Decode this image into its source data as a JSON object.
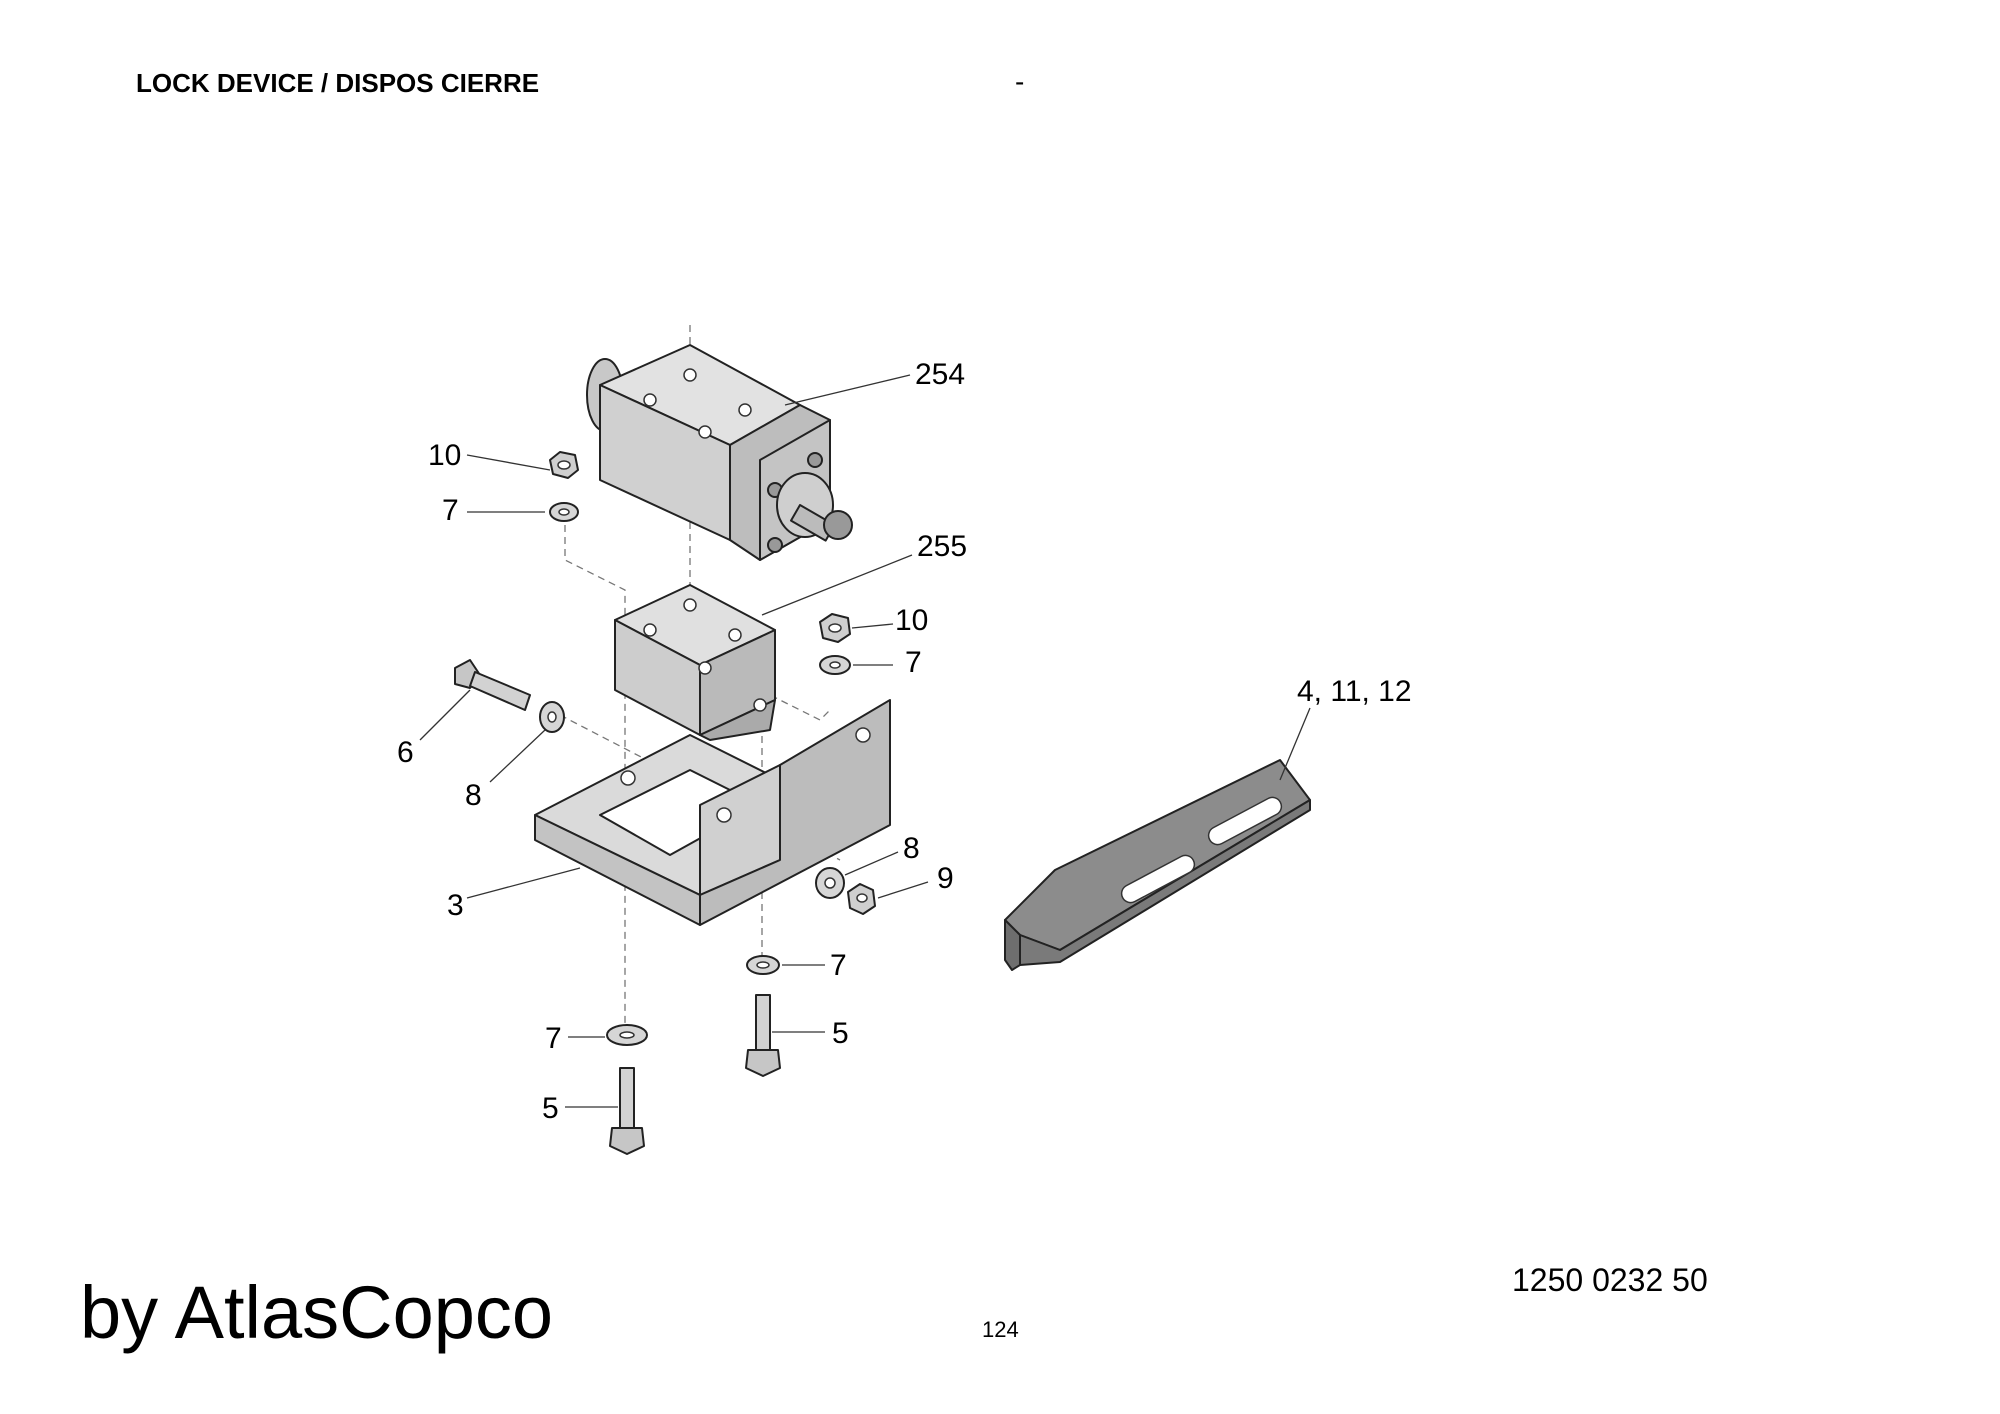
{
  "header": {
    "title": "LOCK DEVICE / DISPOS CIERRE",
    "dash": "-"
  },
  "footer": {
    "brand": "by AtlasCopco",
    "doc_number": "1250 0232 50",
    "page": "124"
  },
  "callouts": {
    "c254": "254",
    "c255": "255",
    "c10a": "10",
    "c7a": "7",
    "c10b": "10",
    "c7b": "7",
    "c6": "6",
    "c8a": "8",
    "c3": "3",
    "c8b": "8",
    "c9": "9",
    "c7c": "7",
    "c5a": "5",
    "c7d": "7",
    "c5b": "5",
    "c4_11_12": "4, 11, 12"
  },
  "colors": {
    "part_fill": "#d4d4d4",
    "part_dark": "#b8b8b8",
    "bracket_fill": "#8c8c8c",
    "line": "#222222"
  }
}
